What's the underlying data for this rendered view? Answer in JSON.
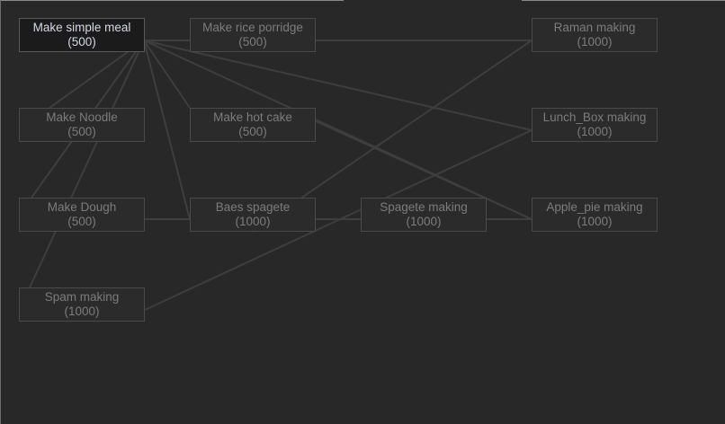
{
  "colors": {
    "background": "#282828",
    "node_fill": "#2b2b2b",
    "node_border": "#4a4a4a",
    "node_text": "#7c7c7c",
    "selected_fill": "#1b1b1b",
    "selected_text": "#d6d8e6",
    "edge": "#3e3e3e"
  },
  "nodes": [
    {
      "id": "simple_meal",
      "label": "Make simple meal",
      "cost": "(500)",
      "selected": true
    },
    {
      "id": "rice_porridge",
      "label": "Make rice porridge",
      "cost": "(500)",
      "selected": false
    },
    {
      "id": "raman",
      "label": "Raman making",
      "cost": "(1000)",
      "selected": false
    },
    {
      "id": "noodle",
      "label": "Make Noodle",
      "cost": "(500)",
      "selected": false
    },
    {
      "id": "hot_cake",
      "label": "Make hot cake",
      "cost": "(500)",
      "selected": false
    },
    {
      "id": "lunch_box",
      "label": "Lunch_Box making",
      "cost": "(1000)",
      "selected": false
    },
    {
      "id": "dough",
      "label": "Make Dough",
      "cost": "(500)",
      "selected": false
    },
    {
      "id": "baes_spagete",
      "label": "Baes spagete",
      "cost": "(1000)",
      "selected": false
    },
    {
      "id": "spagete",
      "label": "Spagete making",
      "cost": "(1000)",
      "selected": false
    },
    {
      "id": "apple_pie",
      "label": "Apple_pie making",
      "cost": "(1000)",
      "selected": false
    },
    {
      "id": "spam",
      "label": "Spam making",
      "cost": "(1000)",
      "selected": false
    }
  ],
  "edges": [
    [
      "simple_meal",
      "rice_porridge"
    ],
    [
      "simple_meal",
      "noodle"
    ],
    [
      "simple_meal",
      "hot_cake"
    ],
    [
      "simple_meal",
      "dough"
    ],
    [
      "simple_meal",
      "baes_spagete"
    ],
    [
      "simple_meal",
      "spam"
    ],
    [
      "simple_meal",
      "lunch_box"
    ],
    [
      "simple_meal",
      "apple_pie"
    ],
    [
      "rice_porridge",
      "raman"
    ],
    [
      "hot_cake",
      "apple_pie"
    ],
    [
      "dough",
      "baes_spagete"
    ],
    [
      "baes_spagete",
      "spagete"
    ],
    [
      "baes_spagete",
      "raman"
    ],
    [
      "spagete",
      "apple_pie"
    ],
    [
      "spam",
      "lunch_box"
    ]
  ]
}
